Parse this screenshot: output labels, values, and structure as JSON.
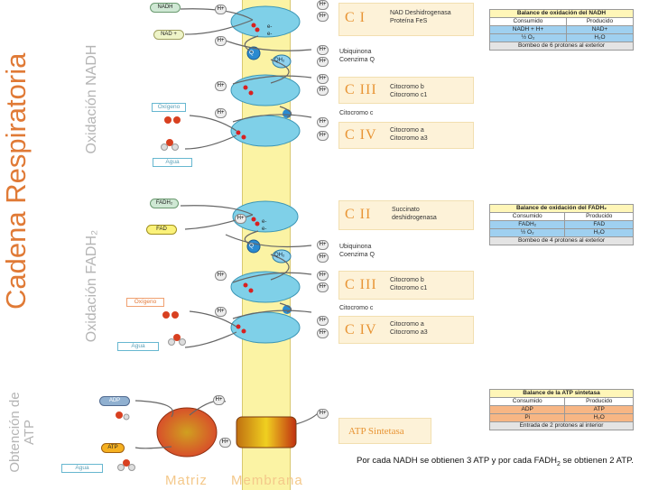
{
  "title": "Cadena Respiratoria",
  "sections": {
    "nadh": "Oxidación NADH",
    "fadh": "Oxidación FADH₂",
    "atp": "Obtención de ATP"
  },
  "bottom_labels": {
    "matriz": "Matriz",
    "membrana": "Membrana"
  },
  "substrates": {
    "nadh": "NADH",
    "nad": "NAD +",
    "fadh": "FADH₂",
    "fad": "FAD",
    "adp": "ADP",
    "atp": "ATP",
    "oxigeno": "Oxígeno",
    "agua": "Agua",
    "h": "H+",
    "e": "e-",
    "q": "Q",
    "qh": "QH₂"
  },
  "nadh_chain": {
    "c1": {
      "code": "C I",
      "desc": "NAD Deshidrogenasa\nProteína FeS"
    },
    "ubiq": "Ubiquinona\nCoenzima Q",
    "c3": {
      "code": "C III",
      "desc": "Citocromo b\nCitocromo c1"
    },
    "cytc": "Citocromo c",
    "c4": {
      "code": "C IV",
      "desc": "Citocromo a\nCitocromo a3"
    }
  },
  "fadh_chain": {
    "c2": {
      "code": "C II",
      "desc": "Succinato\ndeshidrogenasa"
    },
    "ubiq": "Ubiquinona\nCoenzima Q",
    "c3": {
      "code": "C III",
      "desc": "Citocromo b\nCitocromo c1"
    },
    "cytc": "Citocromo c",
    "c4": {
      "code": "C IV",
      "desc": "Citocromo a\nCitocromo a3"
    }
  },
  "atp_box": "ATP Sintetasa",
  "balance_nadh": {
    "title": "Balance de oxidación del NADH",
    "headers": [
      "Consumido",
      "Producido"
    ],
    "rows": [
      [
        "NADH + H+",
        "NAD+"
      ],
      [
        "½ O₂",
        "H₂O"
      ]
    ],
    "footer": "Bombeo de 6 protones al exterior"
  },
  "balance_fadh": {
    "title": "Balance de oxidación del FADH₂",
    "headers": [
      "Consumido",
      "Producido"
    ],
    "rows": [
      [
        "FADH₂",
        "FAD"
      ],
      [
        "½ O₂",
        "H₂O"
      ]
    ],
    "footer": "Bombeo de 4 protones al exterior"
  },
  "balance_atp": {
    "title": "Balance de la ATP sintetasa",
    "headers": [
      "Consumido",
      "Producido"
    ],
    "rows": [
      [
        "ADP",
        "ATP"
      ],
      [
        "Pi",
        "H₂O"
      ]
    ],
    "footer": "Entrada de 2 protones al interior"
  },
  "note_parts": {
    "a": "Por cada NADH se obtienen 3 ATP y por cada FADH",
    "sub": "2",
    "b": " se obtienen 2 ATP."
  },
  "colors": {
    "membrane": "#fbf3a4",
    "complex": "#7fd0e8",
    "title_orange": "#e07a36",
    "section_gray": "#b5b5b5",
    "ec_code": "#e89434"
  }
}
